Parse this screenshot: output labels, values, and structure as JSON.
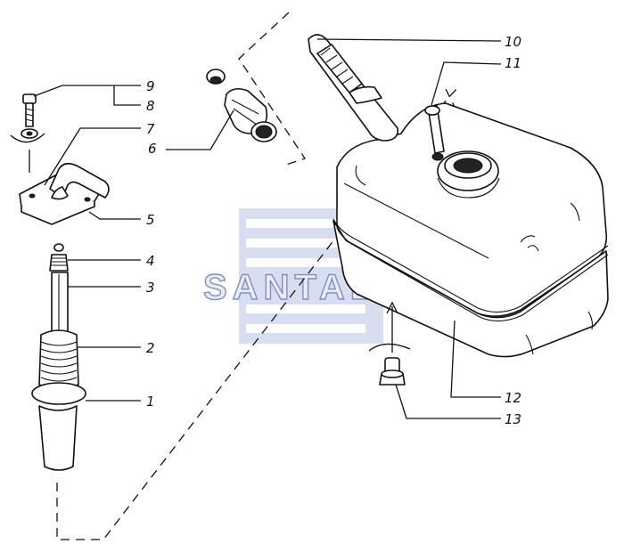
{
  "watermark": {
    "text": "SANTAL",
    "color": "#9aa8d6"
  },
  "callouts": [
    {
      "label": "1"
    },
    {
      "label": "2"
    },
    {
      "label": "3"
    },
    {
      "label": "4"
    },
    {
      "label": "5"
    },
    {
      "label": "6"
    },
    {
      "label": "7"
    },
    {
      "label": "8"
    },
    {
      "label": "9"
    },
    {
      "label": "10"
    },
    {
      "label": "11"
    },
    {
      "label": "12"
    },
    {
      "label": "13"
    }
  ]
}
